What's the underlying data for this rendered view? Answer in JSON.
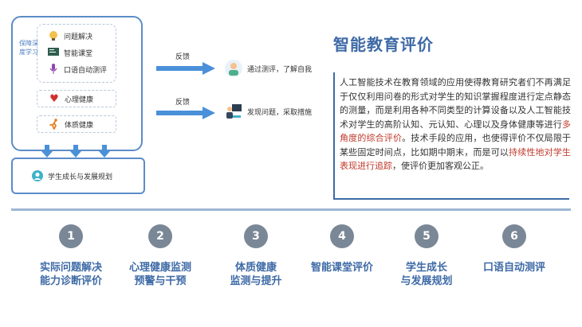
{
  "left_panel": {
    "guard_label": "保障深度学习",
    "items": [
      {
        "label": "问题解决",
        "icon": "lightbulb-icon"
      },
      {
        "label": "智能课堂",
        "icon": "chalkboard-icon"
      },
      {
        "label": "口语自动测评",
        "icon": "microphone-icon"
      }
    ],
    "health_mental": "心理健康",
    "health_physical": "体质健康",
    "bottom": "学生成长与发展规划"
  },
  "feedback": [
    {
      "label": "反馈",
      "result": "通过测评，了解自我"
    },
    {
      "label": "反馈",
      "result": "发现问题，采取措施"
    }
  ],
  "right": {
    "title": "智能教育评价",
    "para_1": "人工智能技术在教育领域的应用使得教育研究者们不再满足于仅仅利用问卷的形式对学生的知识掌握程度进行定点静态的测量，而是利用各种不同类型的计算设备以及人工智能技术对学生的高阶认知、元认知、心理以及身体健康等进行",
    "para_red_1": "多角度的综合评价",
    "para_2": "。技术手段的应用，也使得评价不仅局限于某些固定时间点，比如期中期末，而是可以",
    "para_red_2": "持续性地对学生表现进行追踪",
    "para_3": "，使评价更加客观公正。"
  },
  "steps": [
    {
      "num": "1",
      "line1": "实际问题解决",
      "line2": "能力诊断评价"
    },
    {
      "num": "2",
      "line1": "心理健康监测",
      "line2": "预警与干预"
    },
    {
      "num": "3",
      "line1": "体质健康",
      "line2": "监测与提升"
    },
    {
      "num": "4",
      "line1": "智能课堂评价",
      "line2": ""
    },
    {
      "num": "5",
      "line1": "学生成长",
      "line2": "与发展规划"
    },
    {
      "num": "6",
      "line1": "口语自动测评",
      "line2": ""
    }
  ],
  "colors": {
    "accent": "#3e6aa6",
    "highlight": "#c0392b",
    "arrow": "#4a90d9",
    "step_circle": "#7a8796"
  }
}
